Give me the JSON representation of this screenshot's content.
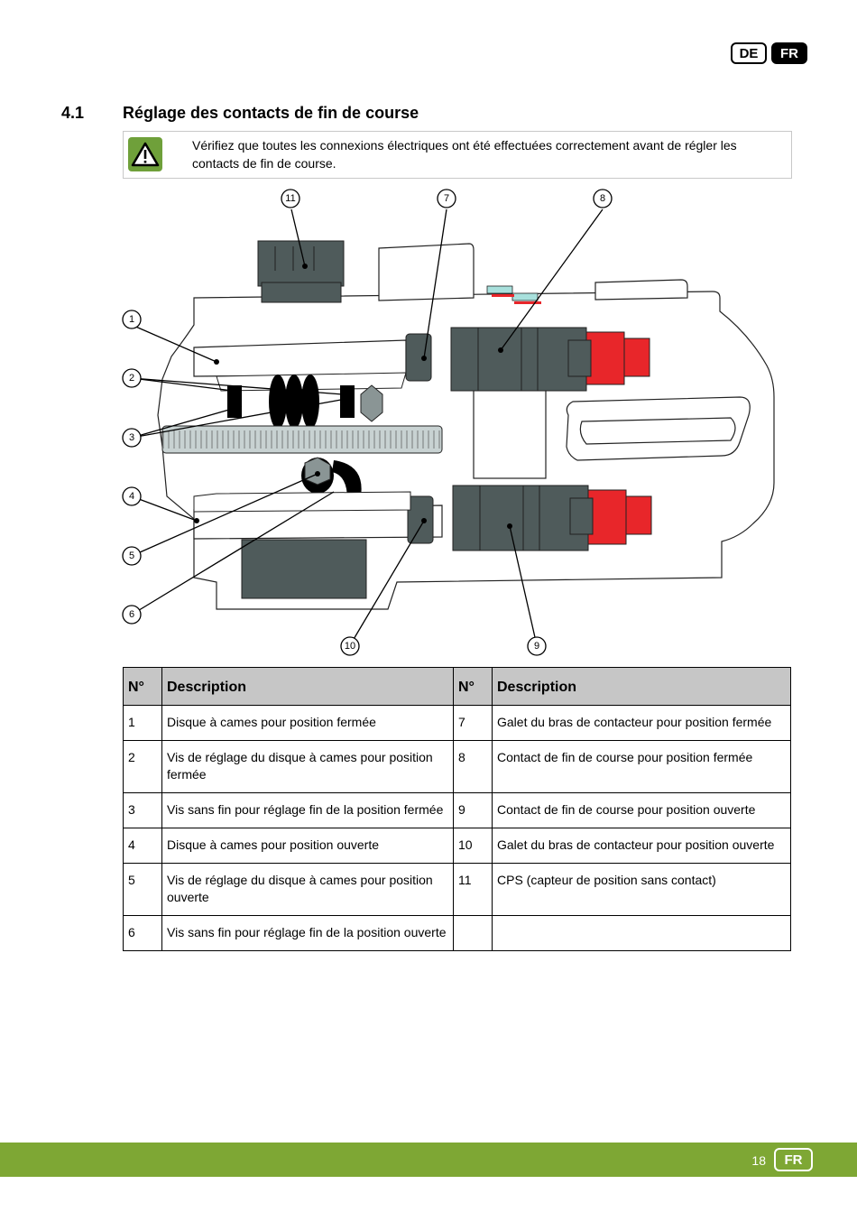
{
  "header": {
    "languages": [
      {
        "label": "DE",
        "active": false
      },
      {
        "label": "FR",
        "active": true
      }
    ]
  },
  "section": {
    "number": "4.1",
    "title": "Réglage des contacts de fin de course"
  },
  "warning": {
    "icon": "warning-triangle-icon",
    "text": "Vérifiez que toutes les connexions électriques ont été effectuées correctement avant de régler les contacts de fin de course."
  },
  "diagram": {
    "callouts": [
      "1",
      "2",
      "3",
      "4",
      "5",
      "6",
      "7",
      "8",
      "9",
      "10",
      "11"
    ],
    "colors": {
      "body": "#4f5b5b",
      "accent_red": "#e8262a",
      "gear": "#c8d2d2",
      "screw": "#a8e0dc"
    }
  },
  "legend_table": {
    "headers": [
      "N°",
      "Description",
      "N°",
      "Description"
    ],
    "rows": [
      {
        "n1": "1",
        "d1": "Disque à cames pour position fermée",
        "n2": "7",
        "d2": "Galet du bras de contacteur pour position fermée"
      },
      {
        "n1": "2",
        "d1": "Vis de réglage du disque à cames pour position fermée",
        "n2": "8",
        "d2": "Contact de fin de course pour position fermée"
      },
      {
        "n1": "3",
        "d1": "Vis sans fin pour réglage fin de la position fermée",
        "n2": "9",
        "d2": "Contact de fin de course pour position ouverte"
      },
      {
        "n1": "4",
        "d1": "Disque à cames pour position ouverte",
        "n2": "10",
        "d2": "Galet du bras de contacteur pour position ouverte"
      },
      {
        "n1": "5",
        "d1": "Vis de réglage du disque à cames pour position ouverte",
        "n2": "11",
        "d2": "CPS (capteur de position sans contact)"
      },
      {
        "n1": "6",
        "d1": "Vis sans fin pour réglage fin de la position ouverte",
        "n2": "",
        "d2": ""
      }
    ]
  },
  "footer": {
    "page_number": "18",
    "language": "FR",
    "color": "#7ea734"
  }
}
